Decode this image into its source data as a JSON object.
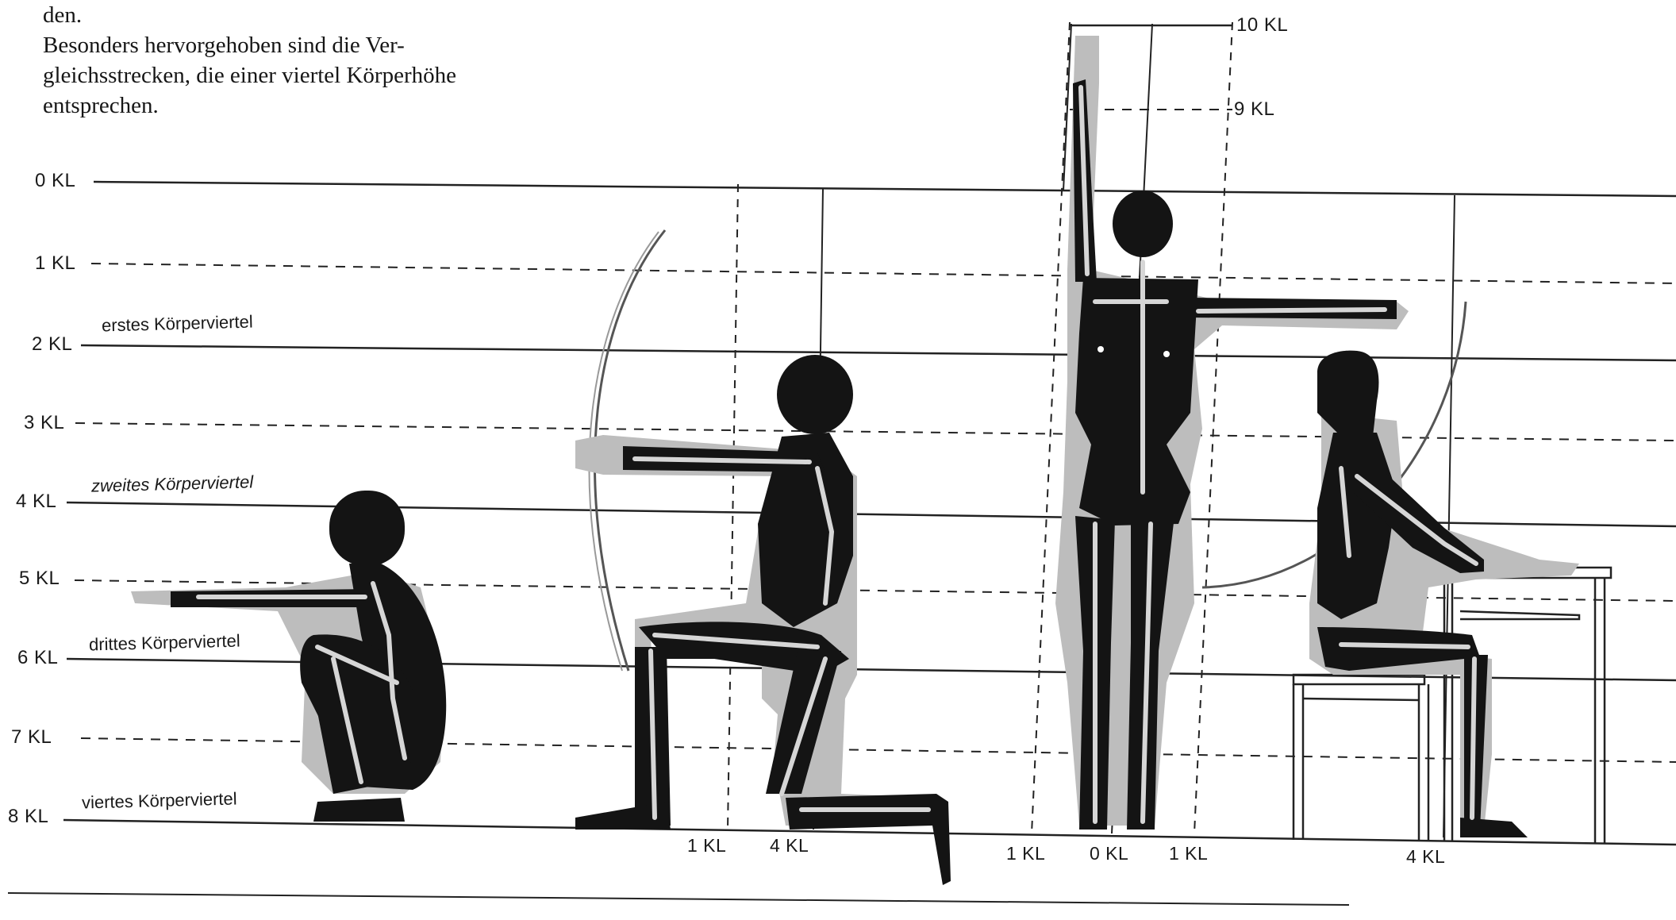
{
  "intro": {
    "line_cut": "den.",
    "line1": "Besonders hervorgehoben sind die Ver-",
    "line2": "gleichsstrecken, die einer viertel Körperhöhe",
    "line3": "entsprechen."
  },
  "levels": [
    "0 KL",
    "1 KL",
    "2 KL",
    "3 KL",
    "4 KL",
    "5 KL",
    "6 KL",
    "7 KL",
    "8 KL"
  ],
  "top_levels": [
    "10 KL",
    "9 KL"
  ],
  "quarters": {
    "first": "erstes Körperviertel",
    "second": "zweites Körperviertel",
    "third": "drittes Körperviertel",
    "fourth": "viertes Körperviertel"
  },
  "bottom_labels": {
    "kneel_1": "1 KL",
    "kneel_4": "4 KL",
    "stand_left_1": "1 KL",
    "stand_0": "0 KL",
    "stand_right_1": "1 KL",
    "sit_4": "4 KL"
  },
  "figures": [
    "squatting",
    "kneeling",
    "standing-arm-raised",
    "sitting-on-chair"
  ],
  "colors": {
    "skeleton": "#141414",
    "body_shadow": "#bdbdbd",
    "bone_highlight": "#d6d6d6",
    "line": "#222222"
  }
}
